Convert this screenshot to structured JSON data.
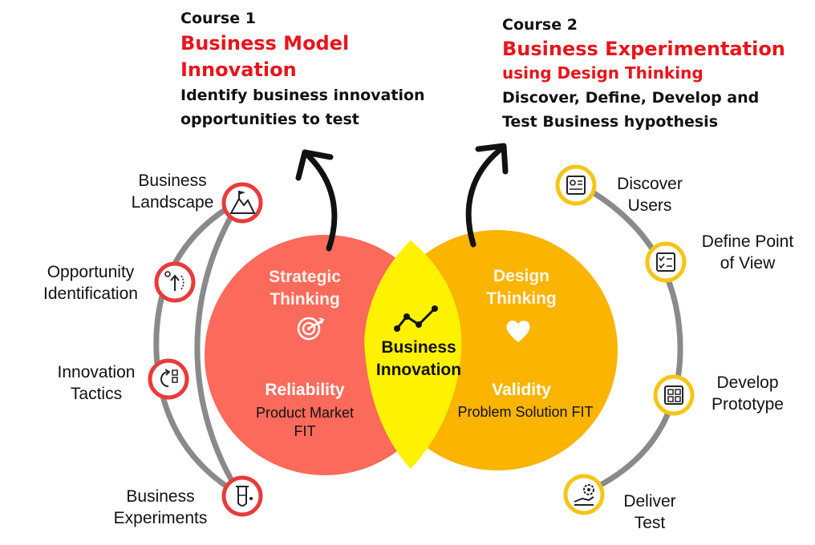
{
  "course1": {
    "label": "Course 1",
    "title_line1": "Business Model",
    "title_line2": "Innovation",
    "desc_line1": "Identify business innovation",
    "desc_line2": "opportunities to test"
  },
  "course2": {
    "label": "Course 2",
    "title_line1": "Business Experimentation",
    "title_line2": "using Design Thinking",
    "desc_line1": "Discover, Define, Develop and",
    "desc_line2": "Test Business hypothesis"
  },
  "left_circle": {
    "heading_line1": "Strategic",
    "heading_line2": "Thinking",
    "sub_heading": "Reliability",
    "sub_line1": "Product Market",
    "sub_line2": "FIT",
    "icon": "target-icon",
    "color": "#fc6a5b"
  },
  "right_circle": {
    "heading_line1": "Design",
    "heading_line2": "Thinking",
    "sub_heading": "Validity",
    "sub_line1": "Problem Solution FIT",
    "icon": "heart-icon",
    "color": "#fbb400"
  },
  "center": {
    "line1": "Business",
    "line2": "Innovation",
    "icon": "trend-line-icon",
    "color": "#fff200"
  },
  "left_steps": [
    {
      "line1": "Business",
      "line2": "Landscape",
      "icon": "mountain-flag-icon"
    },
    {
      "line1": "Opportunity",
      "line2": "Identification",
      "icon": "path-arrow-icon"
    },
    {
      "line1": "Innovation",
      "line2": "Tactics",
      "icon": "cycle-tactics-icon"
    },
    {
      "line1": "Business",
      "line2": "Experiments",
      "icon": "test-tube-icon"
    }
  ],
  "right_steps": [
    {
      "line1": "Discover",
      "line2": "Users",
      "icon": "user-profile-icon"
    },
    {
      "line1": "Define Point",
      "line2": "of View",
      "icon": "checklist-icon"
    },
    {
      "line1": "Develop",
      "line2": "Prototype",
      "icon": "layout-grid-icon"
    },
    {
      "line1": "Deliver",
      "line2": "Test",
      "icon": "gear-hand-icon"
    }
  ],
  "colors": {
    "left_icon_ring": "#e83b3b",
    "right_icon_ring": "#f5c518",
    "arc": "#8a8a8a",
    "title_red": "#e8151b"
  }
}
